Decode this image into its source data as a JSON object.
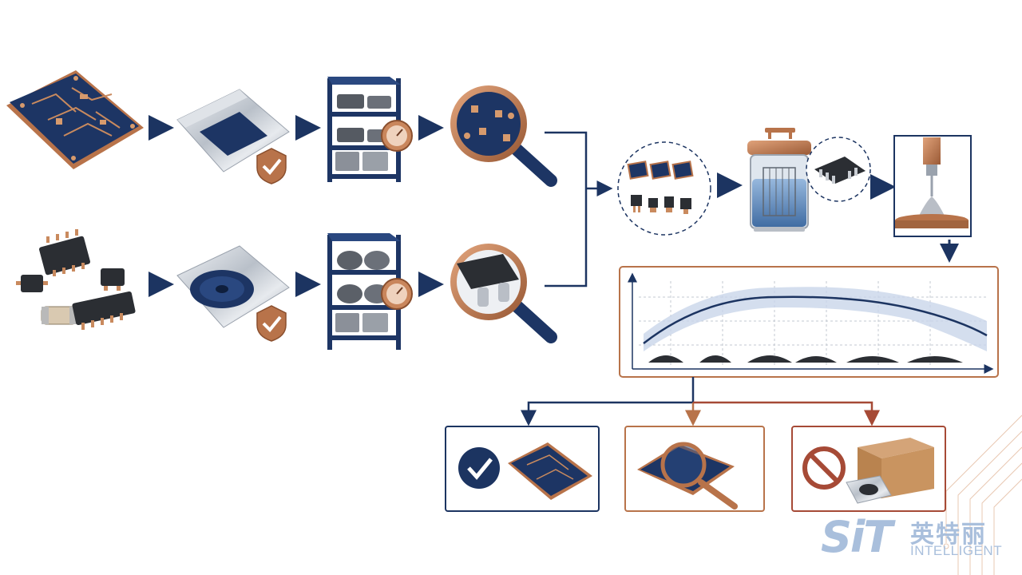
{
  "logo": {
    "mark": "SiT",
    "chinese": "英特丽",
    "english": "INTELLIGENT"
  },
  "icons": [
    "pcb-board-icon",
    "moisture-barrier-bag-icon",
    "shield-check-icon",
    "storage-shelf-icon",
    "thermometer-gauge-icon",
    "magnifier-inspection-icon",
    "smd-components-icon",
    "reel-component-icon",
    "sample-selection-icon",
    "immersion-tank-icon",
    "wetting-balance-icon",
    "pass-check-icon",
    "reinspect-magnifier-icon",
    "reject-prohibit-icon",
    "cardboard-box-icon"
  ],
  "colors": {
    "navy": "#1c3461",
    "copper": "#b8734a",
    "rust": "#a64a36",
    "light_blue": "#a9bfdc",
    "band": "#c9d6ea"
  }
}
